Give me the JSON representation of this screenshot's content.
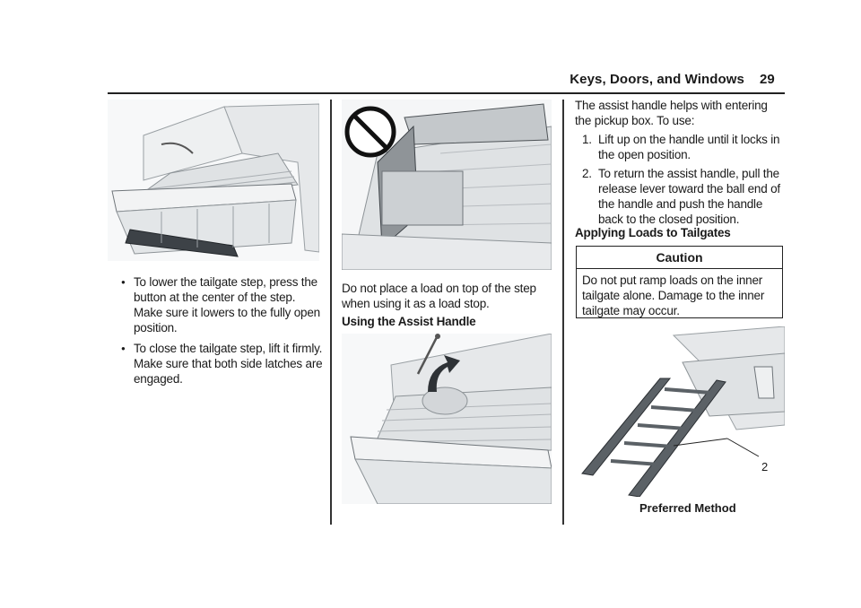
{
  "header": {
    "title": "Keys, Doors, and Windows",
    "page_number": "29"
  },
  "col1": {
    "bullets": [
      "To lower the tailgate step, press the button at the center of the step. Make sure it lowers to the fully open position.",
      "To close the tailgate step, lift it firmly. Make sure that both side latches are engaged."
    ]
  },
  "col2": {
    "warning_text": "Do not place a load on top of the step when using it as a load stop.",
    "heading": "Using the Assist Handle"
  },
  "col3": {
    "intro": "The assist handle helps with entering the pickup box. To use:",
    "steps": [
      {
        "num": "1.",
        "text": "Lift up on the handle until it locks in the open position."
      },
      {
        "num": "2.",
        "text": "To return the assist handle, pull the release lever toward the ball end of the handle and push the handle back to the closed position."
      }
    ],
    "heading": "Applying Loads to Tailgates",
    "caution": {
      "title": "Caution",
      "body": "Do not put ramp loads on the inner tailgate alone. Damage to the inner tailgate may occur."
    },
    "figure": {
      "callout": "2",
      "caption": "Preferred Method"
    }
  },
  "icons": {
    "prohibited": "prohibited-icon",
    "rotate_arrow": "rotate-arrow-icon"
  }
}
